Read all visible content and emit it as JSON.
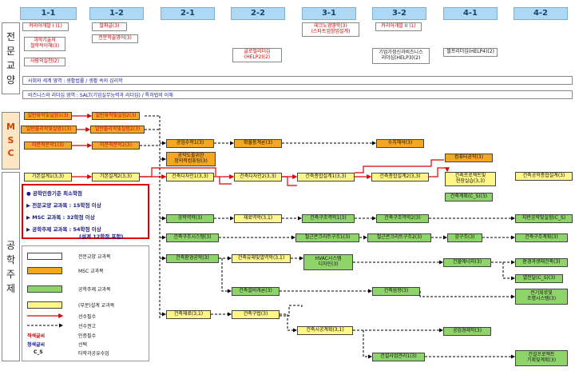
{
  "headers": [
    "1-1",
    "1-2",
    "2-1",
    "2-2",
    "3-1",
    "3-2",
    "4-1",
    "4-2"
  ],
  "side_labels": {
    "general": "전\n문\n교\n양",
    "msc": "M\nS\nC",
    "major": "공\n학\n주\n제"
  },
  "general_courses": {
    "career1": "커리어개발 I (1)",
    "tech_writing": "과학기술의\n철학적이해(3)",
    "human_practice": "사람의실천(2)",
    "writing": "말파글(3)",
    "major_english": "전문학술영어(3)",
    "global_help2": "글로벌리더십\n(HELP2)(2)",
    "techno_mgmt": "테크노경영학(3)\n(스타트업창업설계)",
    "career2": "커리어개발 II (1)",
    "entrepreneur_help3": "기업가정신과비즈니스\n리더십(HELP3)(2)",
    "self_help4": "셀프리더십(HELP4)(2)"
  },
  "wide_rows": {
    "society": "사회와 세계 영역 : 생활법률 / 생활 속의 심리학",
    "business": "비즈니스와 리더십 영역 : SALT(기업실무능력과 리더십) / 특허법의 이해"
  },
  "msc_courses": {
    "gen_chem_lab1": "일반화학및실험1(3)",
    "gen_phys_lab1": "일반물리학및실험1(3)",
    "calc1": "미분적분학1(3)",
    "gen_chem_lab2": "일반화학및실험2(3)",
    "gen_phys_lab2": "일반물리학및실험2(3)",
    "calc2": "미분적분학2(3)",
    "eng_math": "공업수학1(3)",
    "arch_eng_math": "공학도를위한\n창의적컴퓨팅(3)",
    "prob_stats": "확률통계론(3)",
    "numerical": "수치해석(3)",
    "computer_eng": "컴퓨터공학(3)"
  },
  "design_courses": {
    "basic_design1": "기본설계1(3,3)",
    "basic_design2": "기본설계2(3,3)",
    "arch_design1": "건축디자인1(3,3)",
    "arch_design2": "건축디자인2(3,3)",
    "integrated1": "건축종합설계1(3,3)",
    "integrated2": "건축종합설계2(3,3)",
    "project": "건축프로젝트및\n현장실습(3,3)",
    "capstone": "건축공학종합설계(3)",
    "arch_planning_cs": "건축계획(C_S)(3)"
  },
  "major_courses": {
    "eng_mech": "공학역학(3)",
    "mech_materials": "재료역학(3,1)",
    "struct_mech1": "건축구조역학1(3)",
    "struct_mech2": "건축구조역학2(3)",
    "geotech_cs": "지반공학및실험(C_S)",
    "struct_system": "건축구조시스템(3)",
    "rc1": "철근콘크리트구조1(3)",
    "rc2": "철근콘크리트구조2(3)",
    "steel": "강구조(3)",
    "struct_plan": "건축구조계획(3)",
    "env_eng": "건축환경공학(3)",
    "fluid_thermo": "건축유체및열역학(3,1)",
    "hvac": "HVAC시스템\n디자인(3)",
    "building_energy": "건물에너지(3)",
    "env_control": "환경과생태건축(3)",
    "heat_transfer": "열전달(C_S)(3)",
    "bldg_services": "건축설비개론(3)",
    "lighting": "건축음향(3)",
    "electrical": "전기회로및\n조명시스템(3)",
    "materials": "건축재료(3,1)",
    "construction_method": "건축구법(3)",
    "construction_planning": "건축시공계획(3,1)",
    "industrial_eng": "공업경제학(3)",
    "cm": "건설사업관리1(3)",
    "project_planning": "건설프로젝트\n기획및계획(3)"
  },
  "requirements": {
    "title": "● 공학인증기준 최소학점",
    "general": "▶ 전문교양 교과목 : 15학점 이상",
    "msc": "▶ MSC 교과목 : 32학점 이상",
    "major": "▶ 공학주제 교과목 : 54학점 이상",
    "design_note": "(설계 12학점 포함)"
  },
  "legend": {
    "general": "전문교양 교과목",
    "msc": "MSC 교과목",
    "major": "공학주제 교과목",
    "design": "(부분)설계 교과목",
    "prereq_label": "선수필수",
    "recommended_label": "선수권고",
    "cert_label": "인증필수",
    "elective_label": "선택",
    "shared_label": "타학과공유수업",
    "red_text": "적색글씨",
    "blue_text": "청색글씨",
    "cs": "C_S"
  },
  "colors": {
    "header_bg": "#aed8f3",
    "msc_orange": "#f5a623",
    "major_green": "#8fd36b",
    "design_yellow": "#fff68a",
    "arrow_red": "#e00000"
  }
}
